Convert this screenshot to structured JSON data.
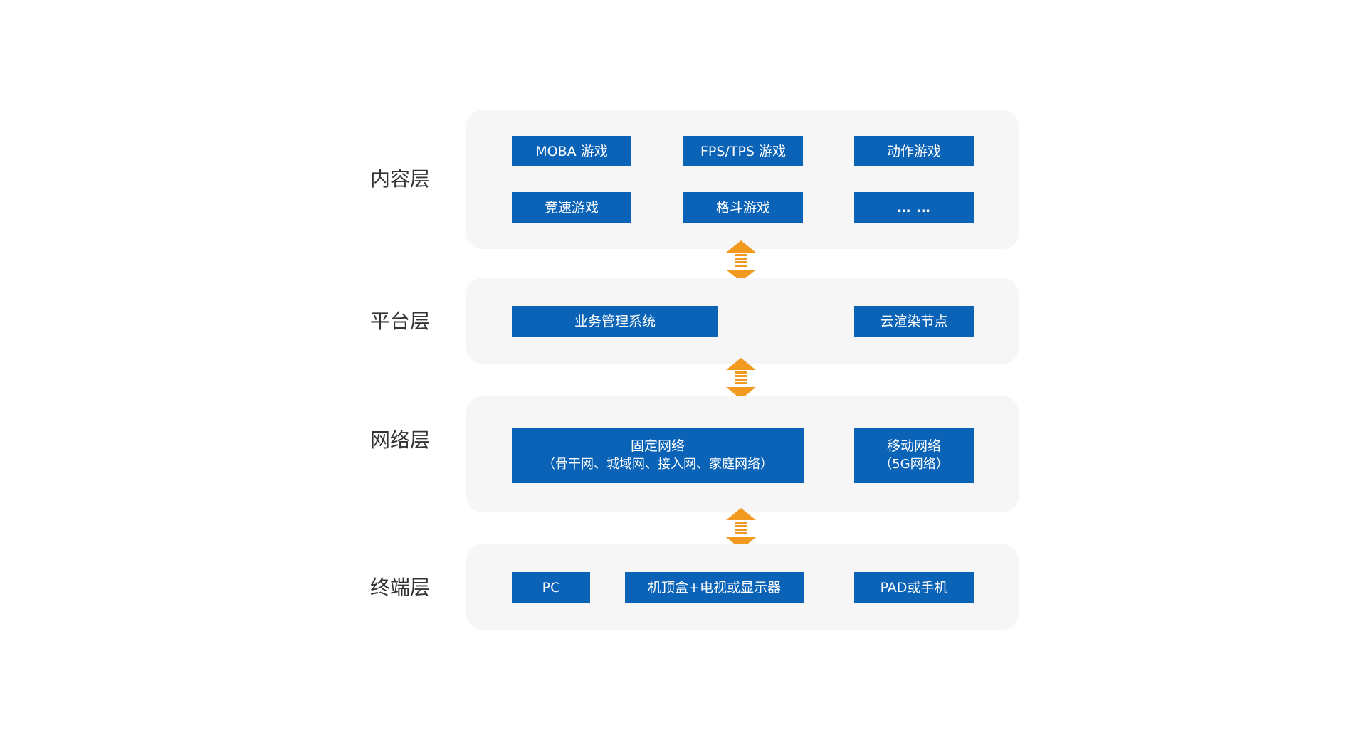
{
  "layers": {
    "content": {
      "label": "内容层",
      "nodes": [
        "MOBA 游戏",
        "FPS/TPS 游戏",
        "动作游戏",
        "竞速游戏",
        "格斗游戏",
        "… …"
      ]
    },
    "platform": {
      "label": "平台层",
      "nodes": [
        "业务管理系统",
        "云渲染节点"
      ]
    },
    "network": {
      "label": "网络层",
      "fixed": {
        "title": "固定网络",
        "sub": "（骨干网、城域网、接入网、家庭网络）"
      },
      "mobile": {
        "title": "移动网络",
        "sub": "（5G网络）"
      }
    },
    "terminal": {
      "label": "终端层",
      "nodes": [
        "PC",
        "机顶盒+电视或显示器",
        "PAD或手机"
      ]
    }
  },
  "colors": {
    "node_fill": "#0a63b7",
    "panel_fill": "#f6f6f6",
    "arrow": "#f29a1f",
    "label_text": "#333333"
  },
  "icons": {
    "arrow": "bidirectional-arrow-icon"
  }
}
